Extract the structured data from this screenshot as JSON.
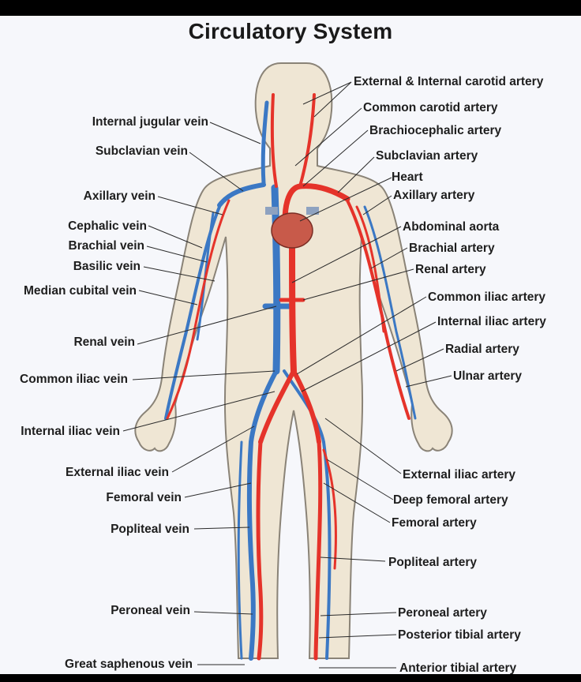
{
  "title": "Circulatory System",
  "colors": {
    "artery": "#e5332a",
    "vein": "#3b78c4",
    "skin": "#efe6d4",
    "outline": "#8a8377",
    "heart": "#c85a4a"
  },
  "labels_left": [
    "Internal jugular vein",
    "Subclavian vein",
    "Axillary vein",
    "Cephalic vein",
    "Brachial vein",
    "Basilic vein",
    "Median cubital vein",
    "Renal vein",
    "Common iliac vein",
    "Internal iliac vein",
    "External iliac vein",
    "Femoral vein",
    "Popliteal vein",
    "Peroneal vein",
    "Great saphenous vein"
  ],
  "labels_right": [
    "External & Internal carotid artery",
    "Common carotid artery",
    "Brachiocephalic artery",
    "Subclavian artery",
    "Heart",
    "Axillary artery",
    "Abdominal aorta",
    "Brachial artery",
    "Renal artery",
    "Common iliac artery",
    "Internal iliac artery",
    "Radial artery",
    "Ulnar artery",
    "External iliac artery",
    "Deep femoral artery",
    "Femoral artery",
    "Popliteal artery",
    "Peroneal artery",
    "Posterior tibial artery",
    "Anterior tibial artery"
  ]
}
